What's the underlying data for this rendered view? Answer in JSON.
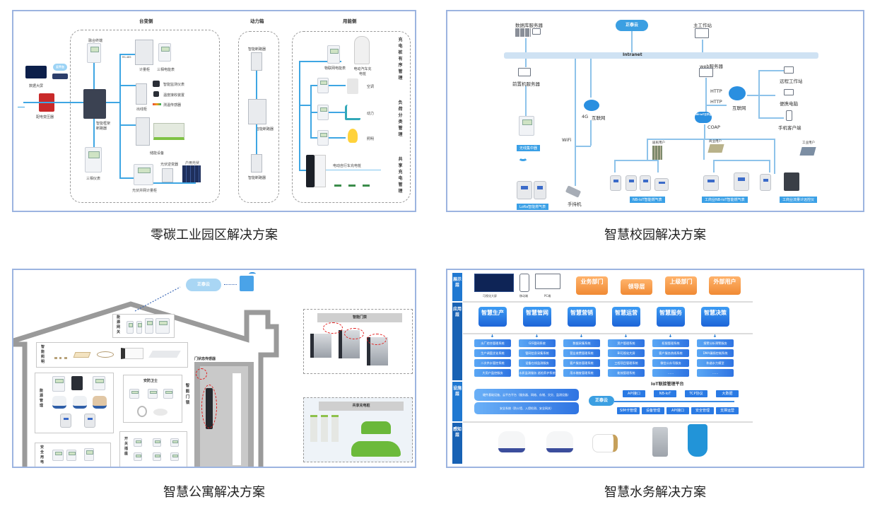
{
  "captions": {
    "industrial_park": "零碳工业园区解决方案",
    "campus": "智慧校园解决方案",
    "apartment": "智慧公寓解决方案",
    "water": "智慧水务解决方案"
  },
  "panel_industrial": {
    "sections": [
      "台变侧",
      "动力箱",
      "用能侧"
    ],
    "left_devices": [
      "数据大屏",
      "配电变压器"
    ],
    "cloud_label": "云平台",
    "substation": {
      "breaker_label": "智能框架断路器",
      "top_meter": "融合终端",
      "bottom_meter": "三相仪表",
      "branches": [
        {
          "cabinet": "计量柜",
          "device": "三相电能表"
        },
        {
          "cabinet": "出线柜",
          "devices": [
            "智能监测仪表",
            "温度接收装置",
            "测温传感器"
          ]
        },
        {
          "cabinet": "储能设备"
        },
        {
          "cabinet": "光伏并网计量柜",
          "devices": [
            "光伏逆变器",
            "户用光伏"
          ]
        }
      ],
      "link_tag": "RS-485"
    },
    "power_box": [
      "智能断路器",
      "智能断路器",
      "智能断路器"
    ],
    "usage": {
      "ev_meter": "物联网电能表",
      "ev_charger": "电动汽车充电桩",
      "loads": [
        "空调",
        "动力",
        "照明"
      ],
      "bike_charger": "电动自行车充电桩",
      "side_labels": [
        "充电桩有序管理",
        "负荷分类管理",
        "共享充电管理"
      ]
    }
  },
  "panel_campus": {
    "db_server": "数据库服务器",
    "cloud": "正泰云",
    "main_station": "主工作站",
    "bus": "Intranet",
    "front_server": "前置机服务器",
    "web_server": "web服务器",
    "http1": "HTTP",
    "http2": "HTTP",
    "internet": "互联网",
    "nb_cloud": "NB-IoT云平台",
    "coap": "COAP",
    "clients": [
      "远程工作站",
      "便携电脑",
      "手机客户端"
    ],
    "wifi": "WiFi",
    "net_4g": "4G",
    "net_4g_internet": "互联网",
    "concentrator": "无线集中器",
    "handheld": "手持机",
    "user_groups": [
      "居民用户",
      "商业用户",
      "工业用户"
    ],
    "tags": [
      "LoRa智能燃气表",
      "NB-IoT智能燃气表",
      "工商业NB-IoT智能燃气表",
      "工商业流量计远控仪"
    ]
  },
  "panel_apartment": {
    "cloud": "正泰云",
    "energy_gateway": "能源网关",
    "smart_lighting": "智能照明",
    "energy_mgmt": "能源管理",
    "home_guard": "安防卫士",
    "door_sensor": "门状态传感器",
    "smart_lock": "智能门锁",
    "switch_socket": "开关插座",
    "safe_power": "安全用电",
    "access_gate": "智能门禁",
    "shared_charging": "共享充电桩"
  },
  "panel_water": {
    "layers": [
      "展示层",
      "应用层",
      "设施层",
      "感知层"
    ],
    "display_devices": [
      "可视化大屏",
      "移动端",
      "PC端"
    ],
    "display_users": [
      "业务部门",
      "领导层",
      "上级部门",
      "外部用户"
    ],
    "apps": [
      {
        "title": "智慧生产",
        "items": [
          "水厂综合管理系统",
          "生产调度优化系统",
          "二次供水管控系统",
          "大用户监控服务"
        ]
      },
      {
        "title": "智慧管网",
        "items": [
          "GIS管网系统",
          "管网信息采集系统",
          "设备在线监测服务",
          "水质监测服务 巡检养护系统"
        ]
      },
      {
        "title": "智慧营销",
        "items": [
          "数据采集系统",
          "营业收费管理系统",
          "客户服务管理系统",
          "用水稽查管理系统"
        ]
      },
      {
        "title": "智慧运营",
        "items": [
          "资产管理系统",
          "BI可视化大屏",
          "工程项目管理系统",
          "能效管理系统"
        ]
      },
      {
        "title": "智慧服务",
        "items": [
          "权限管理系统",
          "客户服务热线系统",
          "微信公众号服务",
          "……"
        ]
      },
      {
        "title": "智慧决策",
        "items": [
          "报警分析预警服务",
          "DMA漏损控制系统",
          "和谐水力模型",
          "……"
        ]
      }
    ],
    "infra": [
      "硬件基础设施、云平台平台（服务器、网络、存储、灾灾、监测设备）",
      "安全系统（防火墙、入侵检测、安全网关）"
    ],
    "iot_platform": "IoT联接管理平台",
    "iot_cloud": "正泰云",
    "iot_top": [
      "API接口",
      "NB-IoT",
      "TCP协议",
      "大数据"
    ],
    "iot_bottom": [
      "SIM卡管理",
      "设备管理",
      "API接口",
      "安全管理",
      "支撑运营"
    ]
  }
}
